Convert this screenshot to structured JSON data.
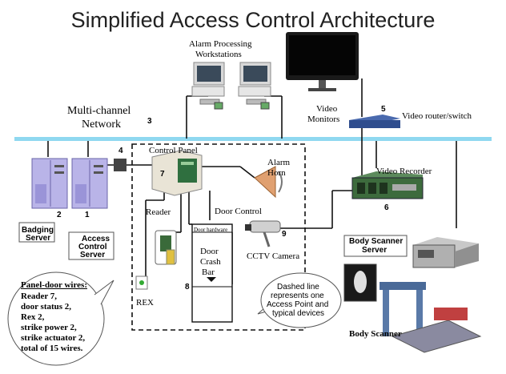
{
  "title": "Simplified Access Control Architecture",
  "labels": {
    "alarm_processing": "Alarm Processing",
    "workstations": "Workstations",
    "multi_channel": "Multi-channel",
    "network": "Network",
    "video_monitors_1": "Video",
    "video_monitors_2": "Monitors",
    "video_router": "Video router/switch",
    "control_panel": "Control Panel",
    "alarm": "Alarm",
    "horn": "Horn",
    "video_recorder": "Video Recorder",
    "reader": "Reader",
    "door_control": "Door Control",
    "door_hardware": "Door hardware",
    "door_crash_bar_1": "Door",
    "door_crash_bar_2": "Crash",
    "door_crash_bar_3": "Bar",
    "cctv_camera": "CCTV Camera",
    "badging_server_1": "Badging",
    "badging_server_2": "Server",
    "access_control_server_1": "Access",
    "access_control_server_2": "Control",
    "access_control_server_3": "Server",
    "body_scanner_server_1": "Body Scanner",
    "body_scanner_server_2": "Server",
    "rex": "REX",
    "body_scanner": "Body Scanner",
    "dashed_note": [
      "Dashed line",
      "represents one",
      "Access Point and",
      "typical devices"
    ],
    "panel_door_title": "Panel-door wires:",
    "panel_door_lines": [
      "Reader  7,",
      "door status 2,",
      "Rex 2,",
      "strike power 2,",
      "strike actuator 2,",
      "total of 15 wires."
    ]
  },
  "numbers": {
    "n1": "1",
    "n2": "2",
    "n3": "3",
    "n4": "4",
    "n5": "5",
    "n6": "6",
    "n7": "7",
    "n8": "8",
    "n9": "9"
  },
  "colors": {
    "network_bus": "#8fd8f0",
    "wire": "#111111",
    "server_purple": "#b9b4e8",
    "router_blue": "#2f4d8e",
    "recorder_green": "#3d6b3d",
    "horn_orange": "#e0a070",
    "panel_beige": "#e9e4d6"
  }
}
